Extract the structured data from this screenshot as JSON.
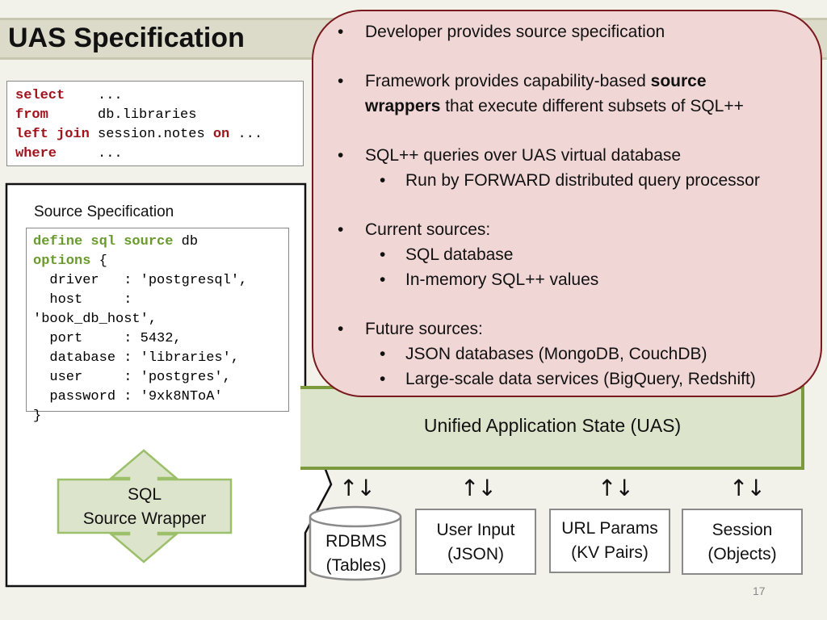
{
  "slide": {
    "title": "UAS Specification",
    "page_number": "17"
  },
  "query": {
    "lines": [
      {
        "kw1": "select",
        "rest": "    ...",
        "kw2": "",
        "tail": ""
      },
      {
        "kw1": "from",
        "rest": "      db.libraries",
        "kw2": "",
        "tail": ""
      },
      {
        "kw1": "left join",
        "rest": " session.notes ",
        "kw2": "on",
        "tail": " ..."
      },
      {
        "kw1": "where",
        "rest": "     ...",
        "kw2": "",
        "tail": ""
      }
    ]
  },
  "source_spec": {
    "label": "Source Specification",
    "line1_kw": "define sql source",
    "line1_rest": " db",
    "line2_kw": "options",
    "line2_rest": " {",
    "body": [
      "  driver   : 'postgresql',",
      "  host     :",
      "'book_db_host',",
      "  port     : 5432,",
      "  database : 'libraries',",
      "  user     : 'postgres',",
      "  password : '9xk8NToA'",
      "}"
    ]
  },
  "wrapper": {
    "line1": "SQL",
    "line2": "Source Wrapper"
  },
  "bullets": {
    "b1": "Developer provides source specification",
    "b2_pre": "Framework provides capability-based ",
    "b2_bold1": "source",
    "b2_bold2": "wrappers",
    "b2_post": " that execute different subsets of SQL++",
    "b3": "SQL++ queries over UAS virtual database",
    "b3_sub": "Run by FORWARD distributed query processor",
    "b4": "Current sources:",
    "b4_sub1": "SQL database",
    "b4_sub2": "In-memory SQL++ values",
    "b5": "Future sources:",
    "b5_sub1": "JSON databases (MongoDB, CouchDB)",
    "b5_sub2": "Large-scale data services (BigQuery, Redshift)",
    "dot": "•"
  },
  "uas": {
    "label": "Unified Application State (UAS)",
    "arrow": "↑↓"
  },
  "sources": {
    "rdbms_line1": "RDBMS",
    "rdbms_line2": "(Tables)",
    "user_input_line1": "User Input",
    "user_input_line2": "(JSON)",
    "url_params_line1": "URL Params",
    "url_params_line2": "(KV Pairs)",
    "session_line1": "Session",
    "session_line2": "(Objects)"
  }
}
